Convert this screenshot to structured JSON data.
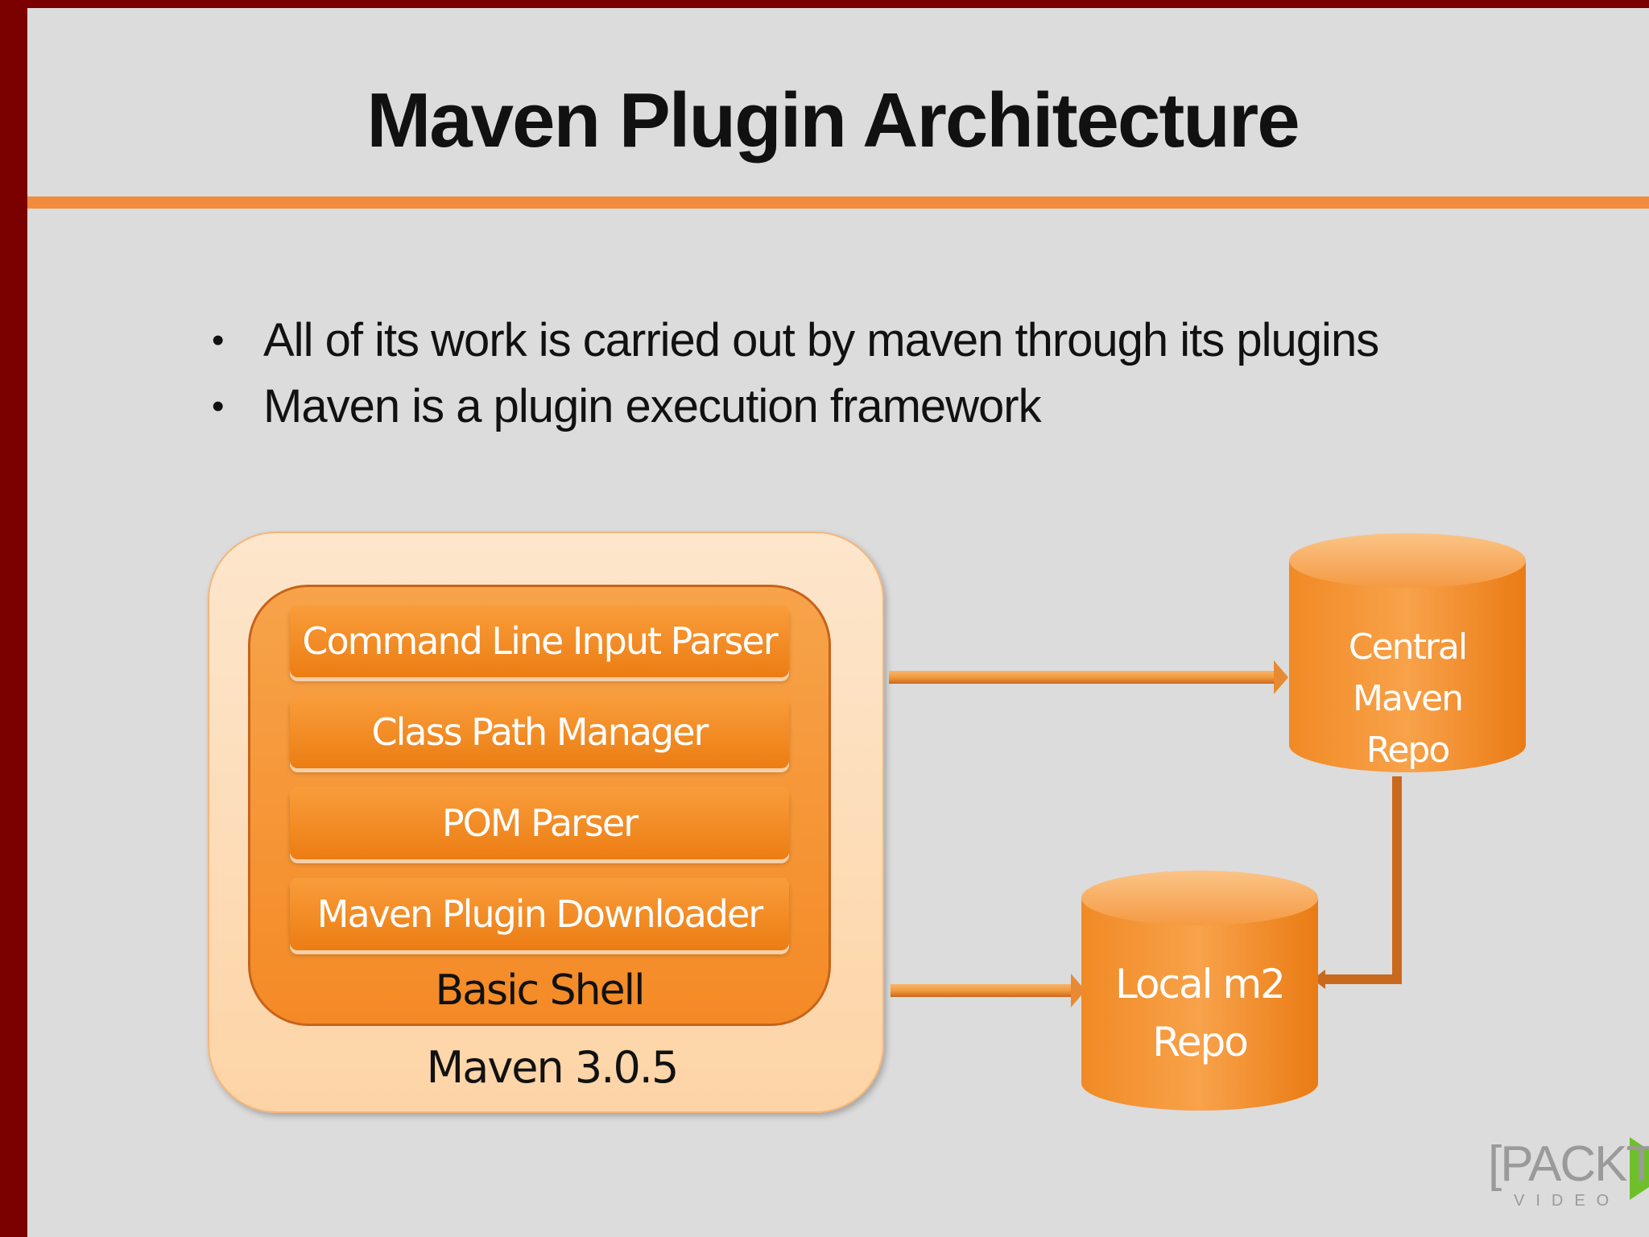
{
  "slide": {
    "title": "Maven Plugin Architecture",
    "bullets": [
      "All of its work is carried out by maven through its plugins",
      "Maven is a plugin execution framework"
    ]
  },
  "diagram": {
    "outer_box_label": "Maven 3.0.5",
    "inner_box_label": "Basic Shell",
    "components": [
      "Command Line Input Parser",
      "Class Path Manager",
      "POM Parser",
      "Maven Plugin Downloader"
    ],
    "central_repo": {
      "line1": "Central Maven",
      "line2": "Repo"
    },
    "local_repo": {
      "line1": "Local m2",
      "line2": "Repo"
    }
  },
  "branding": {
    "logo_text": "[PACKT]",
    "logo_subtext": "VIDEO"
  },
  "colors": {
    "frame": "#7b0000",
    "background": "#dcdcdc",
    "accent_orange": "#f28c3c",
    "component_orange": "#ef8318"
  }
}
